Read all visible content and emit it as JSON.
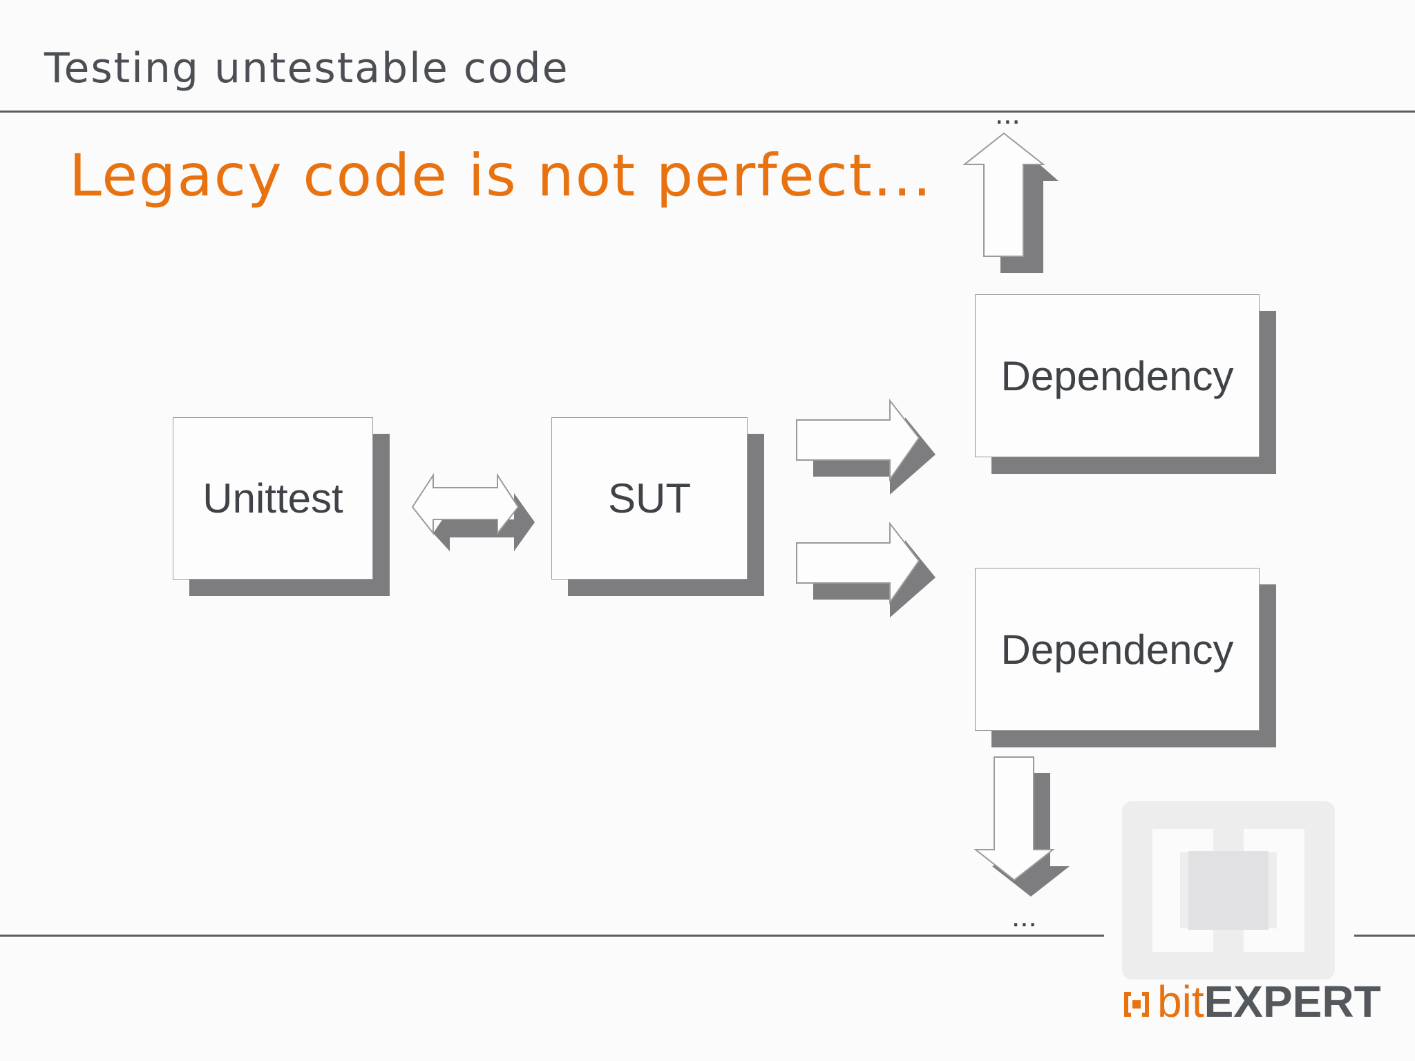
{
  "slide": {
    "section_title": "Testing untestable code",
    "headline": "Legacy code is not perfect..."
  },
  "diagram": {
    "nodes": {
      "unittest": "Unittest",
      "sut": "SUT",
      "dependency_top": "Dependency",
      "dependency_bottom": "Dependency"
    },
    "ellipsis_top": "...",
    "ellipsis_bottom": "..."
  },
  "logo": {
    "bit": "bit",
    "expert": "EXPERT"
  },
  "colors": {
    "accent": "#e8720f",
    "text": "#3f4246",
    "shadow": "#7d7c7e",
    "logo_light": "#ededee"
  }
}
